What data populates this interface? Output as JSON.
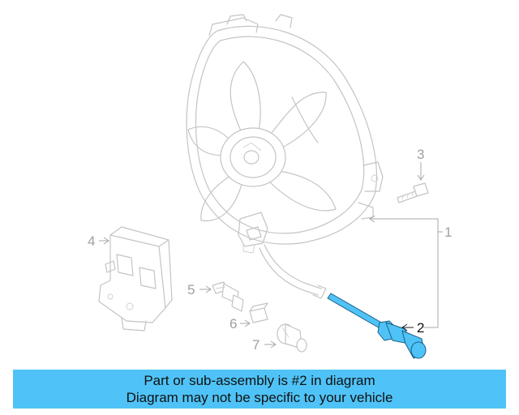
{
  "diagram": {
    "callouts": {
      "c1": "1",
      "c2": "2",
      "c3": "3",
      "c4": "4",
      "c5": "5",
      "c6": "6",
      "c7": "7"
    },
    "highlighted_part": "2",
    "highlight_color": "#4fc3f7",
    "ghost_color": "#c4c4c4"
  },
  "banner": {
    "line1": "Part or sub-assembly is #2 in diagram",
    "line2": "Diagram may not be specific to your vehicle",
    "background": "#4fc3f7"
  }
}
